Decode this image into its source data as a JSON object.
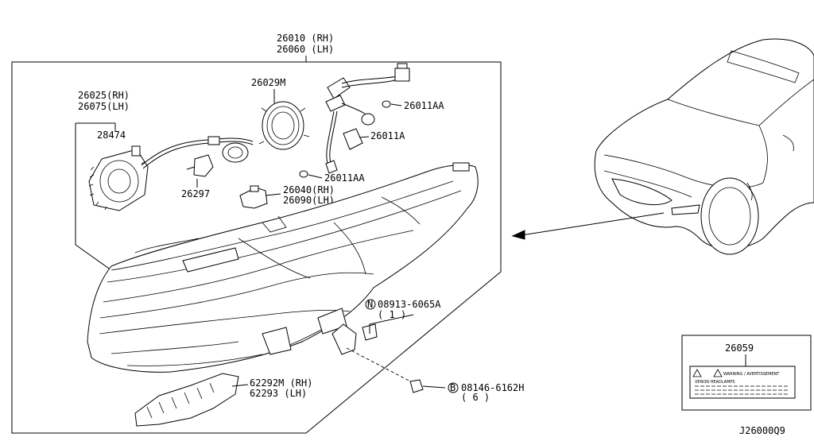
{
  "diagram_id": "J26000Q9",
  "assembly": {
    "rh": "26010 (RH)",
    "lh": "26060 (LH)"
  },
  "callouts": {
    "ballast": {
      "rh": "26025(RH)",
      "lh": "26075(LH)"
    },
    "igniter": "28474",
    "bulb_d": "26297",
    "cover": "26029M",
    "harness": "26011AA",
    "socket": "26011A",
    "side_bulb": "26011AA",
    "actuator": {
      "rh": "26040(RH)",
      "lh": "26090(LH)"
    },
    "bracket": {
      "rh": "62292M (RH)",
      "lh": "62293  (LH)"
    },
    "nut": {
      "symbol": "N",
      "part": "08913-6065A",
      "qty": "( 1 )"
    },
    "bolt": {
      "symbol": "B",
      "part": "08146-6162H",
      "qty": "( 6 )"
    }
  },
  "label_box": {
    "part": "26059",
    "warning_text": "WARNING / AVERTISSEMENT",
    "sub_text": "XENON HEADLAMPS"
  }
}
